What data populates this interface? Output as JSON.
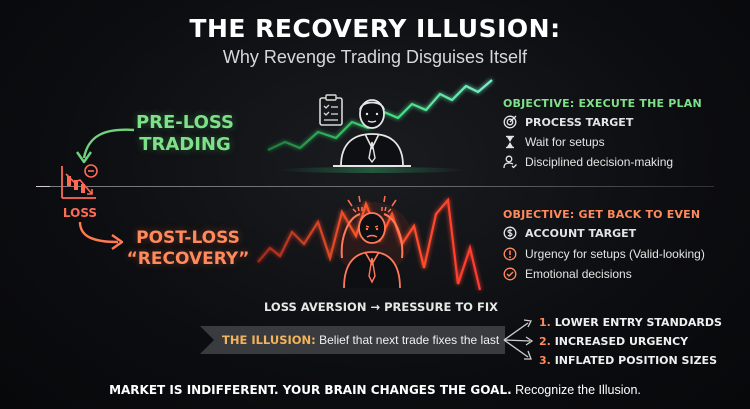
{
  "header": {
    "title": "THE RECOVERY ILLUSION:",
    "subtitle": "Why Revenge Trading Disguises Itself"
  },
  "pre_loss": {
    "label_line1": "PRE-LOSS",
    "label_line2": "TRADING",
    "objective": "OBJECTIVE: EXECUTE THE PLAN",
    "items": [
      {
        "icon": "target-icon",
        "text": "PROCESS TARGET",
        "bold": true
      },
      {
        "icon": "hourglass-icon",
        "text": "Wait for setups",
        "bold": false
      },
      {
        "icon": "person-check-icon",
        "text": "Disciplined decision-making",
        "bold": false
      }
    ],
    "color": "#7fe08a"
  },
  "loss": {
    "label": "LOSS",
    "icon": "loss-chart-icon",
    "color": "#ff6a55"
  },
  "post_loss": {
    "label_line1": "POST-LOSS",
    "label_line2": "“RECOVERY”",
    "objective": "OBJECTIVE: GET BACK TO EVEN",
    "items": [
      {
        "icon": "dollar-circle-icon",
        "text": "ACCOUNT TARGET",
        "bold": true
      },
      {
        "icon": "alert-circle-icon",
        "text": "Urgency for setups (Valid-looking)",
        "bold": false
      },
      {
        "icon": "check-circle-icon",
        "text": "Emotional decisions",
        "bold": false
      }
    ],
    "color": "#ff8a5c"
  },
  "aversion": "LOSS AVERSION → PRESSURE TO FIX",
  "illusion": {
    "label": "THE ILLUSION:",
    "text": " Belief that next trade fixes the last"
  },
  "consequences": [
    {
      "num": "1.",
      "text": "LOWER ENTRY STANDARDS"
    },
    {
      "num": "2.",
      "text": "INCREASED URGENCY"
    },
    {
      "num": "3.",
      "text": "INFLATED POSITION SIZES"
    }
  ],
  "footer": {
    "bold": "MARKET IS INDIFFERENT. YOUR BRAIN CHANGES THE GOAL.",
    "normal": " Recognize the Illusion."
  }
}
